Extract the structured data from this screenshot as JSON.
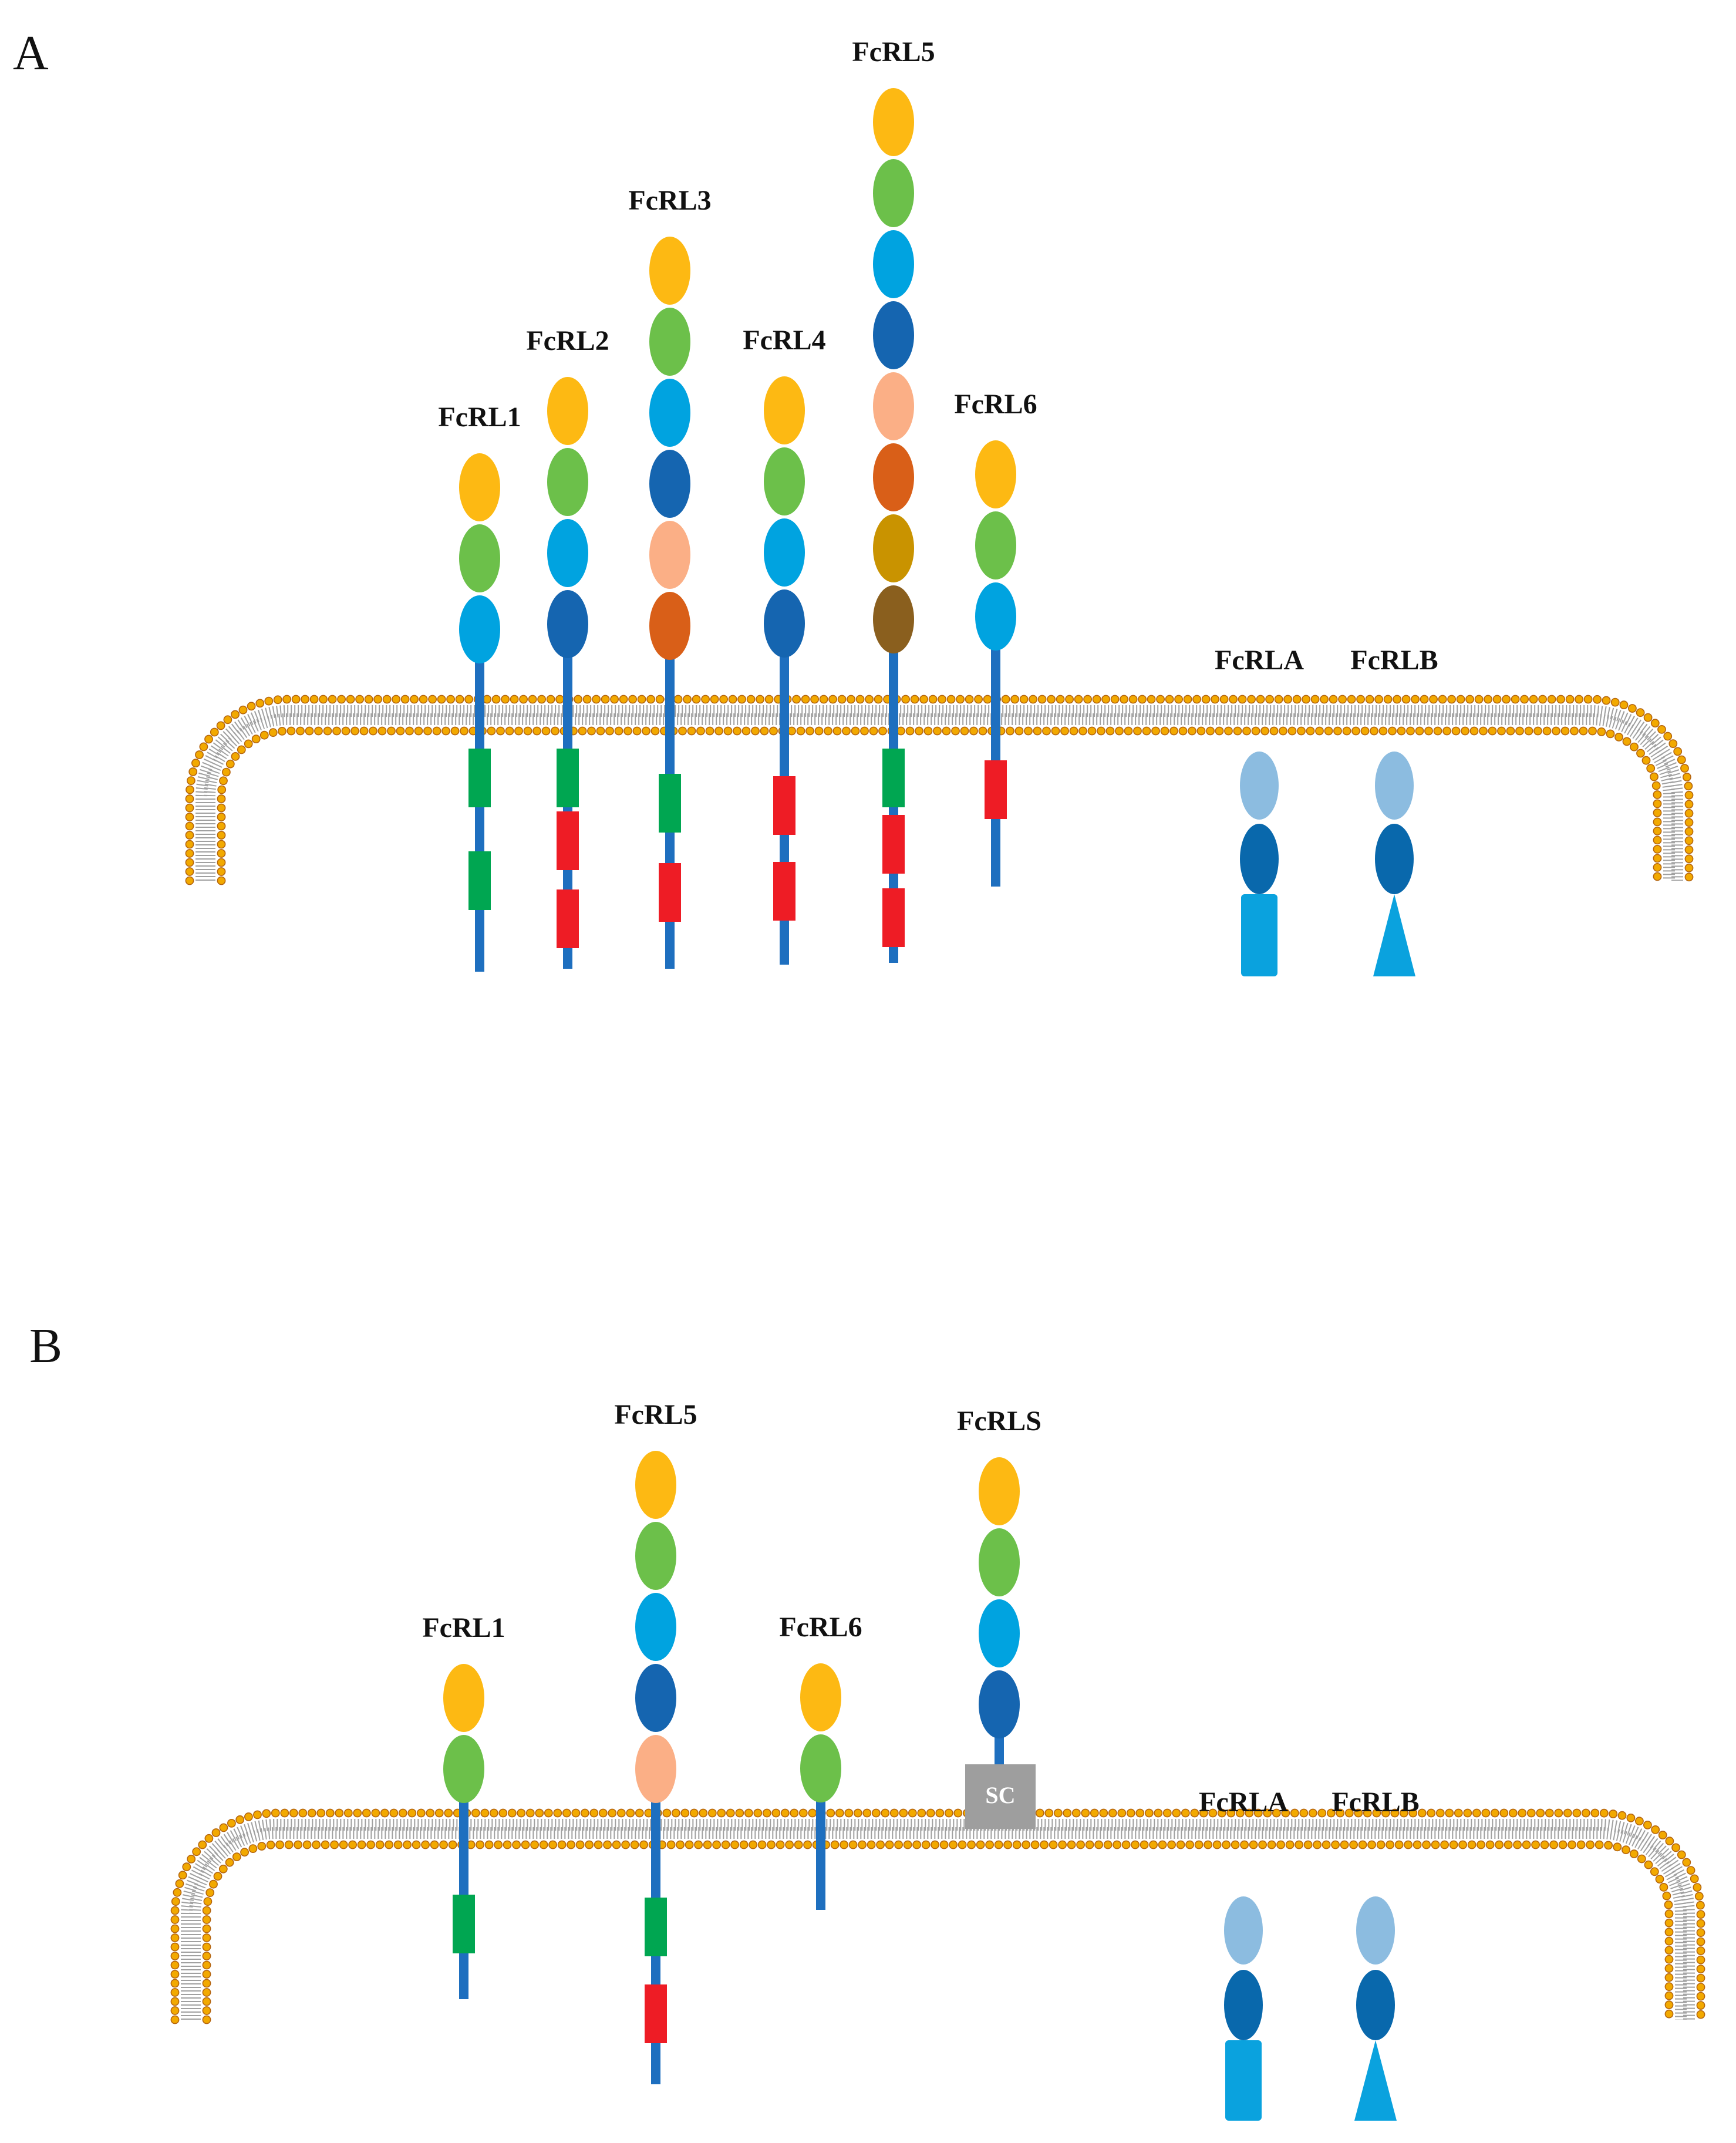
{
  "colors": {
    "domain_1": "#FDB913",
    "domain_2": "#6CC04A",
    "domain_3": "#00A3E0",
    "domain_4": "#1565B0",
    "domain_5": "#FBAF86",
    "domain_6": "#D95F18",
    "domain_7": "#C99300",
    "domain_8": "#8A5F1E",
    "stalk": "#1E6FBF",
    "itam": "#00A651",
    "itim": "#EE1C25",
    "intracellular_light": "#8CBCE0",
    "intracellular_dark": "#0968AC",
    "intracellular_tail": "#0AA2DE",
    "membrane_head": "#F2A900",
    "membrane_head_stroke": "#B5650F",
    "membrane_tail": "#A0A0A0",
    "secretory_component": "#9E9E9E"
  },
  "panels": [
    {
      "letter": "A",
      "receptors": [
        {
          "label": "FcRL1",
          "domains": [
            "domain_1",
            "domain_2",
            "domain_3"
          ],
          "motifs": [
            "itam",
            "itam"
          ]
        },
        {
          "label": "FcRL2",
          "domains": [
            "domain_1",
            "domain_2",
            "domain_3",
            "domain_4"
          ],
          "motifs": [
            "itam",
            "itim",
            "itim"
          ]
        },
        {
          "label": "FcRL3",
          "domains": [
            "domain_1",
            "domain_2",
            "domain_3",
            "domain_4",
            "domain_5",
            "domain_6"
          ],
          "motifs": [
            "itam",
            "itim"
          ]
        },
        {
          "label": "FcRL4",
          "domains": [
            "domain_1",
            "domain_2",
            "domain_3",
            "domain_4"
          ],
          "motifs": [
            "itim",
            "itim"
          ]
        },
        {
          "label": "FcRL5",
          "domains": [
            "domain_1",
            "domain_2",
            "domain_3",
            "domain_4",
            "domain_5",
            "domain_6",
            "domain_7",
            "domain_8"
          ],
          "motifs": [
            "itam",
            "itim",
            "itim"
          ]
        },
        {
          "label": "FcRL6",
          "domains": [
            "domain_1",
            "domain_2",
            "domain_3"
          ],
          "motifs": [
            "itim"
          ]
        }
      ],
      "intracellular": [
        {
          "label": "FcRLA",
          "tail": "rectangle"
        },
        {
          "label": "FcRLB",
          "tail": "triangle"
        }
      ]
    },
    {
      "letter": "B",
      "receptors": [
        {
          "label": "FcRL1",
          "domains": [
            "domain_1",
            "domain_2"
          ],
          "motifs": [
            "itam"
          ]
        },
        {
          "label": "FcRL5",
          "domains": [
            "domain_1",
            "domain_2",
            "domain_3",
            "domain_4",
            "domain_5"
          ],
          "motifs": [
            "itam",
            "itim"
          ]
        },
        {
          "label": "FcRL6",
          "domains": [
            "domain_1",
            "domain_2"
          ],
          "motifs": []
        },
        {
          "label": "FcRLS",
          "domains": [
            "domain_1",
            "domain_2",
            "domain_3",
            "domain_4"
          ],
          "motifs": [],
          "secreted_component": "SC"
        }
      ],
      "intracellular": [
        {
          "label": "FcRLA",
          "tail": "rectangle"
        },
        {
          "label": "FcRLB",
          "tail": "triangle"
        }
      ]
    }
  ]
}
